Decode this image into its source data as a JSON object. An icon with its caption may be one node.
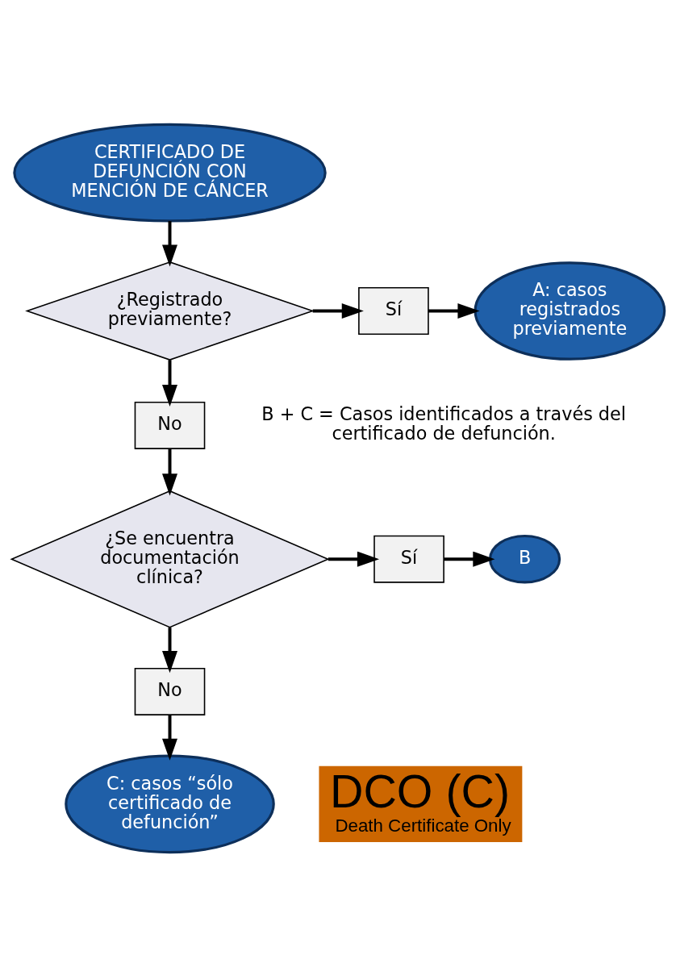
{
  "diagram": {
    "nodes": [
      {
        "text": [
          "CERTIFICADO DE DEFUNCIÓN CON MENCIÓN DE CÁNCER"
        ]
      },
      {
        "text": [
          "¿Registrado previamente?"
        ]
      },
      {
        "text": [
          "Sí"
        ]
      },
      {
        "text": [
          "A: casos registrados previamente"
        ]
      },
      {
        "text": [
          "No"
        ]
      },
      {
        "text": [
          "¿Se encuentra documentación clínica?"
        ]
      },
      {
        "text": [
          "Sí"
        ]
      },
      {
        "text": [
          "B"
        ]
      },
      {
        "text": [
          "No"
        ]
      },
      {
        "text": [
          "C: casos “sólo certificado de defunción”"
        ]
      },
      {
        "text": [
          "DCO (C)",
          "Death Certificate Only"
        ]
      }
    ],
    "edges": [
      {
        "from": 0,
        "to": 1,
        "arrow": "to"
      },
      {
        "from": 1,
        "to": 2,
        "arrow": "to"
      },
      {
        "from": 2,
        "to": 3,
        "arrow": "to"
      },
      {
        "from": 1,
        "to": 4,
        "arrow": "to"
      },
      {
        "from": 4,
        "to": 5,
        "arrow": "to"
      },
      {
        "from": 5,
        "to": 6,
        "arrow": "to"
      },
      {
        "from": 6,
        "to": 7,
        "arrow": "to"
      },
      {
        "from": 5,
        "to": 8,
        "arrow": "to"
      },
      {
        "from": 8,
        "to": 9,
        "arrow": "to"
      }
    ],
    "labels": [
      "B + C = Casos identificados a través del certificado de defunción."
    ]
  }
}
